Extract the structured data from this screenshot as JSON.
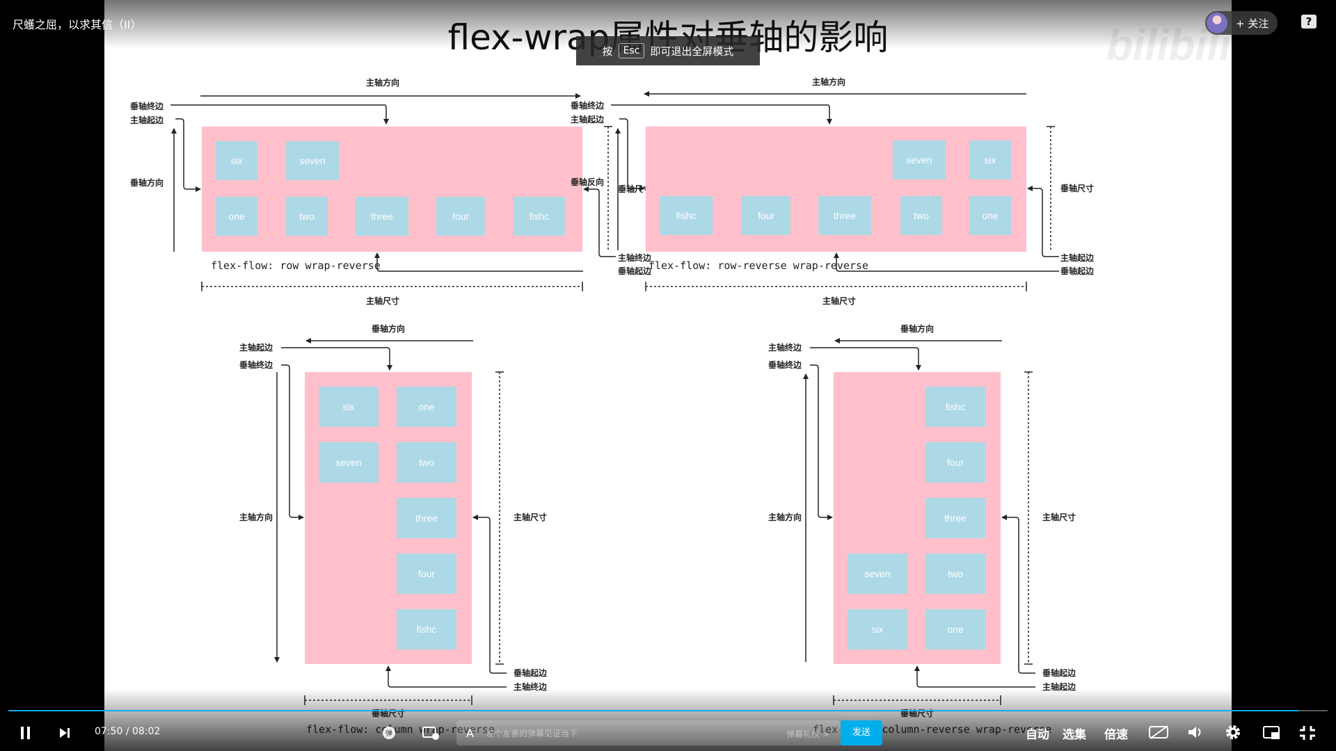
{
  "video": {
    "title": "尺蠖之屈，以求其信（II）",
    "follow_label": "+ 关注",
    "help_label": "?",
    "progress": 0.978
  },
  "toast": {
    "prefix": "按",
    "key": "Esc",
    "suffix": "即可退出全屏模式"
  },
  "slide": {
    "title": "flex-wrap属性对垂轴的影响",
    "watermark": "bilibili",
    "axis_terms": {
      "main_dir": "主轴方向",
      "cross_end": "垂轴终边",
      "main_start": "主轴起边",
      "cross_dir": "垂轴方向",
      "cross_size": "垂轴尺寸",
      "main_end": "主轴终边",
      "cross_start": "垂轴起边",
      "main_size": "主轴尺寸",
      "cross_reverse": "垂轴反向"
    },
    "diagrams": [
      {
        "caption": "flex-flow: row wrap-reverse",
        "items": [
          "six",
          "seven",
          "one",
          "two",
          "three",
          "four",
          "fishc"
        ]
      },
      {
        "caption": "flex-flow: row-reverse wrap-reverse",
        "items": [
          "seven",
          "six",
          "fishc",
          "four",
          "three",
          "two",
          "one"
        ]
      },
      {
        "caption": "flex-flow: column wrap-reverse",
        "items": [
          "six",
          "one",
          "seven",
          "two",
          "three",
          "four",
          "fishc"
        ]
      },
      {
        "caption": "flex-flow: column-reverse wrap-reverse",
        "items": [
          "fishc",
          "four",
          "three",
          "seven",
          "two",
          "six",
          "one"
        ]
      }
    ]
  },
  "controls": {
    "current_time": "07:50",
    "separator": "/",
    "duration": "08:02",
    "danmaku_placeholder": "发个友善的弹幕见证当下",
    "danmaku_etiquette": "弹幕礼仪 >",
    "send_label": "发送",
    "auto_label": "自动",
    "episodes_label": "选集",
    "speed_label": "倍速"
  },
  "colors": {
    "accent": "#00aeec",
    "container": "#ffc0cb",
    "item": "#add8e6"
  }
}
